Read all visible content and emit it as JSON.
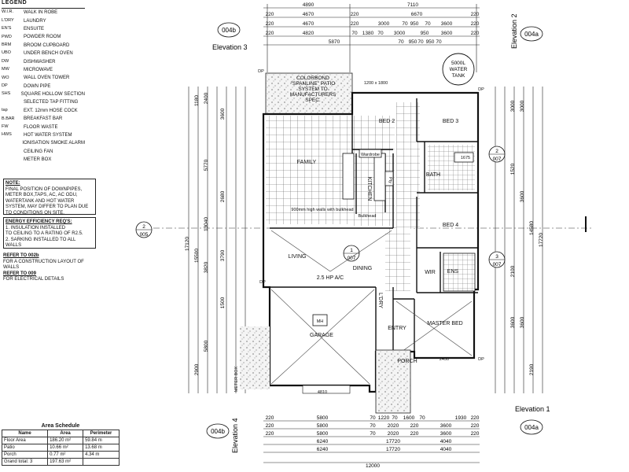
{
  "legend": {
    "title": "LEGEND",
    "items": [
      {
        "code": "W.I.R.",
        "desc": "WALK IN ROBE"
      },
      {
        "code": "L'DRY",
        "desc": "LAUNDRY"
      },
      {
        "code": "EN'S",
        "desc": "ENSUITE"
      },
      {
        "code": "PWD",
        "desc": "POWDER ROOM"
      },
      {
        "code": "BRM",
        "desc": "BROOM CUPBOARD"
      },
      {
        "code": "UBO",
        "desc": "UNDER BENCH OVEN"
      },
      {
        "code": "DW",
        "desc": "DISHWASHER"
      },
      {
        "code": "MW",
        "desc": "MICROWAVE"
      },
      {
        "code": "WO",
        "desc": "WALL OVEN TOWER"
      },
      {
        "code": "DP",
        "desc": "DOWN PIPE"
      },
      {
        "code": "SHS",
        "desc": "SQUARE HOLLOW SECTION"
      },
      {
        "code": "",
        "desc": "SELECTED TAP FITTING"
      },
      {
        "code": "tap",
        "desc": "EXT. 12mm HOSE COCK"
      },
      {
        "code": "B.BAR",
        "desc": "BREAKFAST BAR"
      },
      {
        "code": "FW",
        "desc": "FLOOR WASTE"
      },
      {
        "code": "HWS",
        "desc": "HOT WATER SYSTEM"
      },
      {
        "code": "",
        "desc": "IONISATION SMOKE ALARM"
      },
      {
        "code": "",
        "desc": "CEILING FAN"
      },
      {
        "code": "",
        "desc": "METER BOX"
      }
    ]
  },
  "note": {
    "heading": "NOTE:",
    "lines": [
      "FINAL POSITION OF DOWNPIPES,",
      "METER BOX,TAPS, AC, AC ODU,",
      "WATERTANK AND HOT WATER",
      "SYSTEM, MAY DIFFER TO PLAN DUE",
      "TO CONDITIONS ON SITE."
    ]
  },
  "energy": {
    "heading": "ENERGY EFFICIENCY REQ'S:",
    "lines": [
      "1. INSULATION INSTALLED",
      "TO CEILING TO A RATING OF R2.5.",
      "2. SARKING INSTALLED TO ALL",
      "WALLS"
    ]
  },
  "refs": {
    "ref1_heading": "REFER TO 002b",
    "ref1_lines": [
      "FOR A CONSTRUCTION LAYOUT OF",
      "WALLS"
    ],
    "ref2_heading": "REFER TO 009",
    "ref2_lines": [
      "FOR ELECTRICAL DETAILS"
    ]
  },
  "area_schedule": {
    "title": "Area Schedule",
    "headers": [
      "Name",
      "Area",
      "Perimeter"
    ],
    "rows": [
      [
        "Floor Area",
        "186.20 m²",
        "59.84 m"
      ],
      [
        "Patio",
        "10.66 m²",
        "13.68 m"
      ],
      [
        "Porch",
        "0.77 m²",
        "4.34 m"
      ],
      [
        "Grand total: 3",
        "197.63 m²",
        ""
      ]
    ]
  },
  "rooms": {
    "bed2": "BED 2",
    "bed3": "BED 3",
    "bed4": "BED 4",
    "bath": "BATH",
    "family": "FAMILY",
    "kitchen": "KITCHEN",
    "living": "LIVING",
    "dining": "DINING",
    "wir": "WIR",
    "ens": "ENS",
    "master": "MASTER BED",
    "garage": "GARAGE",
    "ldry": "L'DRY",
    "entry": "ENTRY",
    "porch": "PORCH",
    "wardrobe": "Wardrobe",
    "pty": "Pty",
    "mh": "MH",
    "ac": "2.5 HP A/C",
    "patio": [
      "COLORBOND",
      "\"SPANLINE\" PATIO",
      "SYSTEM TO",
      "MANUFACTURERS",
      "SPEC."
    ],
    "tank": [
      "5000L",
      "WATER",
      "TANK"
    ],
    "meter_box": "METER BOX"
  },
  "elevations": {
    "e1": "Elevation 1",
    "e2": "Elevation 2",
    "e3": "Elevation 3",
    "e4": "Elevation 4"
  },
  "sheet_refs": {
    "top_left": "004b",
    "top_right": "004a",
    "bottom_left": "004b",
    "bottom_right": "004a"
  },
  "section_markers": [
    {
      "num": "2",
      "sheet": "005"
    },
    {
      "num": "1",
      "sheet": "007"
    },
    {
      "num": "2",
      "sheet": "007"
    },
    {
      "num": "3",
      "sheet": "007"
    }
  ],
  "top_dims": {
    "row1": [
      "4890",
      "7110"
    ],
    "row2": [
      "220",
      "4670",
      "220",
      "6670",
      "220"
    ],
    "row3": [
      "220",
      "4670",
      "220",
      "3000",
      "70",
      "950",
      "70",
      "3600",
      "220"
    ],
    "row4": [
      "220",
      "4820",
      "70",
      "1380",
      "70",
      "3000",
      "950",
      "3600",
      "220"
    ],
    "row5": [
      "5870",
      "70",
      "950",
      "70",
      "950",
      "70"
    ]
  },
  "bottom_dims": {
    "row1": [
      "220",
      "5800",
      "70",
      "1220",
      "70",
      "1600",
      "70",
      "1930",
      "220"
    ],
    "row2": [
      "220",
      "5800",
      "70",
      "2020",
      "220",
      "3600",
      "220"
    ],
    "row3": [
      "220",
      "5800",
      "70",
      "2020",
      "220",
      "3600",
      "220"
    ],
    "row4": [
      "6240",
      "17720",
      "4040"
    ],
    "row5": [
      "6240",
      "17720",
      "4040"
    ],
    "total": "12000"
  },
  "left_dims": [
    "2400",
    "1180",
    "3600",
    "5770",
    "2680",
    "17120",
    "15500",
    "13040",
    "3790",
    "3820",
    "1500",
    "5800",
    "2900"
  ],
  "right_dims": [
    "3000",
    "3000",
    "1520",
    "3600",
    "14580",
    "17720",
    "3600",
    "2190",
    "2100",
    "3600"
  ],
  "misc": {
    "bulkhead": "Bulkhead",
    "bulkhead2": "900mm high walls with bulkhead",
    "dp": "DP",
    "tap_label": "1200 x 1800",
    "dim_1675": "1675",
    "dim_2450": "2450",
    "dim_4810": "4810",
    "dim_3600": "3600"
  }
}
